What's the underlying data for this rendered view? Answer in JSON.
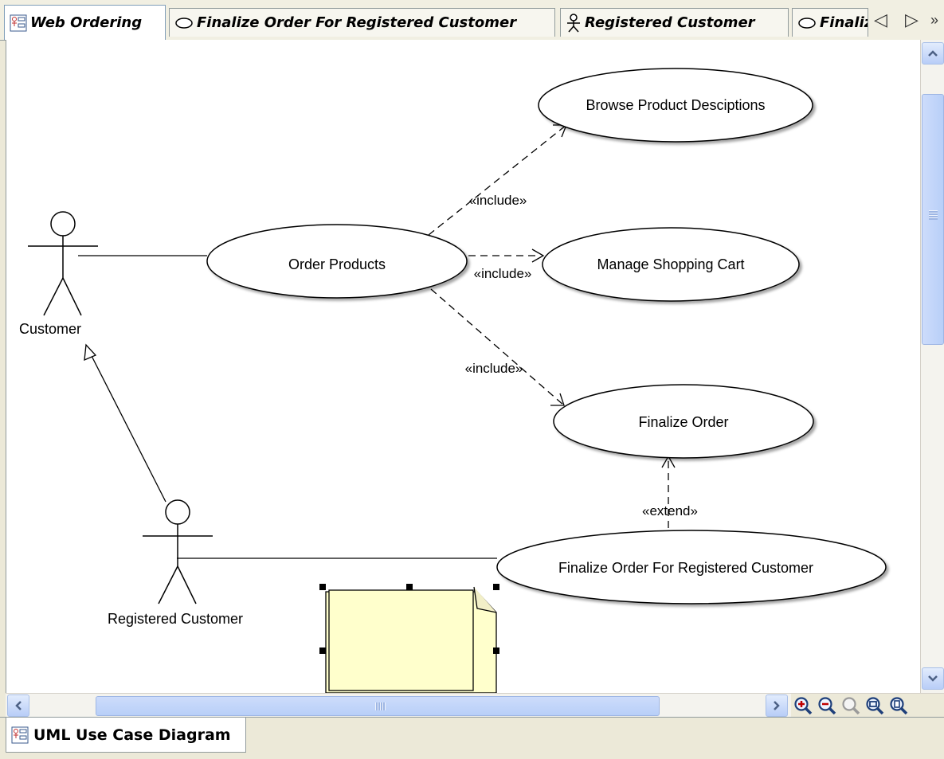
{
  "tabs": [
    {
      "label": "Web Ordering",
      "icon": "diagram-icon",
      "active": true
    },
    {
      "label": "Finalize Order For Registered Customer",
      "icon": "use-case-icon",
      "active": false
    },
    {
      "label": "Registered Customer",
      "icon": "actor-icon",
      "active": false
    },
    {
      "label": "Finaliz",
      "icon": "use-case-icon",
      "active": false
    }
  ],
  "tab_nav": {
    "prev": "◁",
    "next": "▷",
    "more": "»"
  },
  "diagram": {
    "actors": {
      "customer": "Customer",
      "registered_customer": "Registered Customer"
    },
    "use_cases": {
      "browse": "Browse Product Desciptions",
      "order": "Order Products",
      "cart": "Manage Shopping Cart",
      "finalize": "Finalize Order",
      "finalize_registered": "Finalize Order For Registered Customer"
    },
    "stereotypes": {
      "include_browse": "«include»",
      "include_cart": "«include»",
      "include_finalize": "«include»",
      "extend": "«extend»"
    },
    "colors": {
      "note_fill": "#ffffcc",
      "line": "#000000"
    }
  },
  "zoom_buttons": [
    "zoom-in-icon",
    "zoom-out-icon",
    "zoom-reset-icon",
    "zoom-fit-icon",
    "zoom-page-icon"
  ],
  "bottom_tab": {
    "label": "UML Use Case Diagram",
    "icon": "diagram-icon"
  }
}
